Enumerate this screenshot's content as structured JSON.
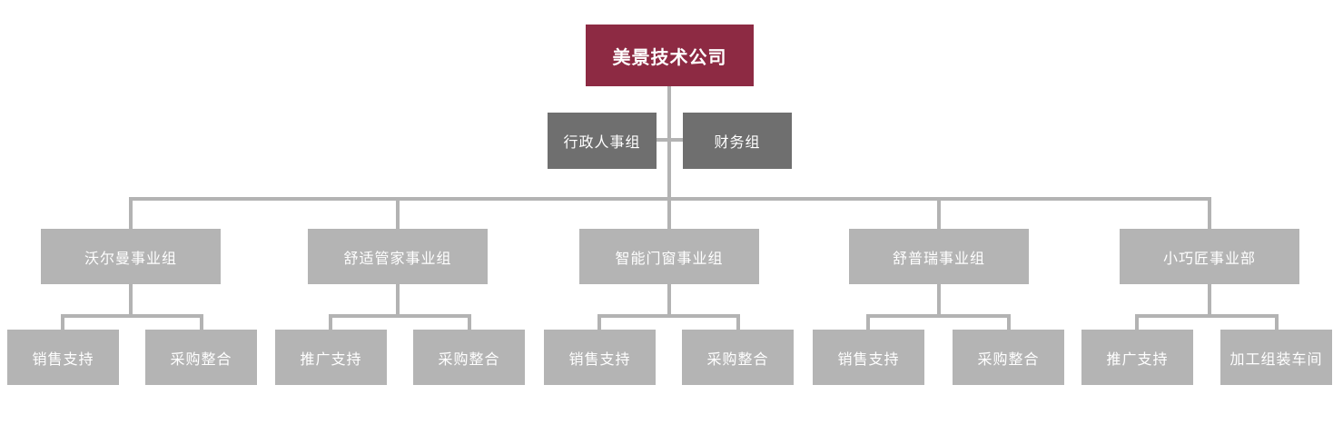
{
  "colors": {
    "root_bg": "#8d2a43",
    "staff_bg": "#6f6f6f",
    "unit_bg": "#b4b4b4",
    "line": "#b3b3b3",
    "text": "#ffffff",
    "background": "#ffffff"
  },
  "org": {
    "root": {
      "label": "美景技术公司"
    },
    "staff": [
      {
        "label": "行政人事组"
      },
      {
        "label": "财务组"
      }
    ],
    "divisions": [
      {
        "label": "沃尔曼事业组",
        "children": [
          {
            "label": "销售支持"
          },
          {
            "label": "采购整合"
          }
        ]
      },
      {
        "label": "舒适管家事业组",
        "children": [
          {
            "label": "推广支持"
          },
          {
            "label": "采购整合"
          }
        ]
      },
      {
        "label": "智能门窗事业组",
        "children": [
          {
            "label": "销售支持"
          },
          {
            "label": "采购整合"
          }
        ]
      },
      {
        "label": "舒普瑞事业组",
        "children": [
          {
            "label": "销售支持"
          },
          {
            "label": "采购整合"
          }
        ]
      },
      {
        "label": "小巧匠事业部",
        "children": [
          {
            "label": "推广支持"
          },
          {
            "label": "加工组装车间"
          }
        ]
      }
    ]
  }
}
